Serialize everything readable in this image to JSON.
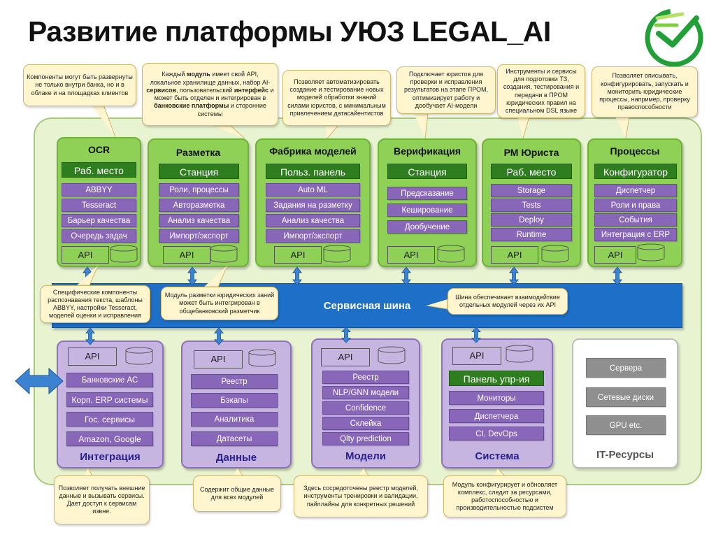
{
  "title": "Развитие платформы УЮЗ LEGAL_AI",
  "top_columns": [
    {
      "title": "OCR",
      "button": "Раб. место",
      "items": [
        "ABBYY",
        "Tesseract",
        "Барьер качества",
        "Очередь задач"
      ],
      "api": "API"
    },
    {
      "title": "Разметка",
      "button": "Станция",
      "items": [
        "Роли, процессы",
        "Авторазметка",
        "Анализ качества",
        "Импорт/экспорт"
      ],
      "api": "API"
    },
    {
      "title": "Фабрика моделей",
      "button": "Польз. панель",
      "items": [
        "Auto ML",
        "Задания на разметку",
        "Анализ качества",
        "Импорт/экспорт"
      ],
      "api": "API"
    },
    {
      "title": "Верификация",
      "button": "Станция",
      "items": [
        "Предсказание",
        "Кеширование",
        "Дообучение"
      ],
      "api": "API"
    },
    {
      "title": "РМ Юриста",
      "button": "Раб. место",
      "items": [
        "Storage",
        "Tests",
        "Deploy",
        "Runtime"
      ],
      "api": "API"
    },
    {
      "title": "Процессы",
      "button": "Конфигуратор",
      "items": [
        "Диспетчер",
        "Роли и права",
        "События",
        "Интеграция с ERP"
      ],
      "api": "API"
    }
  ],
  "bus_label": "Сервисная шина",
  "bottom_columns": [
    {
      "title": "Интеграция",
      "api": "API",
      "items": [
        "Банковские АС",
        "Корп. ERP системы",
        "Гос. сервисы",
        "Amazon, Google"
      ]
    },
    {
      "title": "Данные",
      "api": "API",
      "items": [
        "Реестр",
        "Бэкапы",
        "Аналитика",
        "Датасеты"
      ]
    },
    {
      "title": "Модели",
      "api": "API",
      "items": [
        "Реестр",
        "NLP/GNN модели",
        "Confidence",
        "Склейка",
        "Qlty prediction"
      ]
    },
    {
      "title": "Система",
      "api": "API",
      "button": "Панель упр-ия",
      "items": [
        "Мониторы",
        "Диспетчера",
        "CI, DevOps"
      ]
    }
  ],
  "it_resources": {
    "title": "IT-Ресурсы",
    "items": [
      "Сервера",
      "Сетевые диски",
      "GPU etc."
    ]
  },
  "callouts": {
    "c1": "Компоненты могут быть развернуты не только внутри банка, но и в облаке и на площадках клиентов",
    "c2_pre": "Каждый ",
    "c2_b1": "модуль",
    "c2_mid1": " имеет свой API, локальное хранилище данных, набор AI-",
    "c2_b2": "сервисов",
    "c2_mid2": ", пользовательский ",
    "c2_b3": "интерфейс",
    "c2_mid3": " и может быть отделен и интегрирован в ",
    "c2_b4": "банковские платформы",
    "c2_post": " и сторонние системы",
    "c3": "Позволяет автоматизировать создание и тестирование новых моделей обработки знаний силами юристов, с минимальным привлечением датасайентистов",
    "c4": "Подключает юристов для проверки и исправления результатов на этапе ПРОМ, оптимизирует работу и дообучает AI-модели",
    "c5": "Инструменты и сервисы для подготовки ТЗ, создания, тестирования и передачи в ПРОМ юридических правил на специальном DSL языке",
    "c6": "Позволяет описывать, конфигурировать, запускать и мониторить юридические процессы, например, проверку правоспособности",
    "c7": "Специфические компоненты распознавания текста, шаблоны ABBYY, настройки Tesseract, моделей оценки и исправления",
    "c8": "Модуль разметки юридических заний может быть интегрирован в общебанковский разметчик",
    "c9": "Шина обеспечивает взаимодейтвие отдельных модулей через их API",
    "c10": "Позволяет получать внешние данные и вызывать сервисы. Дает доступ к сервисам извне.",
    "c11": "Содержит общие данные для всех модулей",
    "c12": "Здесь сосредоточены реестр моделей, инструменты тренировки и валидации, пайплайны для конкретных решений",
    "c13": "Модуль конфигурирует и обновляет комплекс, следит за ресурсами, работоспособностью и производительностью подсистем"
  },
  "colors": {
    "green": "#8fd057",
    "dark_green": "#2e7d1e",
    "purple": "#8866b8",
    "bus": "#1e6fc8",
    "callout": "#fff5cf",
    "logo": "#21a038"
  },
  "icons": [
    "sber-logo-icon",
    "database-icon",
    "double-arrow-icon"
  ]
}
